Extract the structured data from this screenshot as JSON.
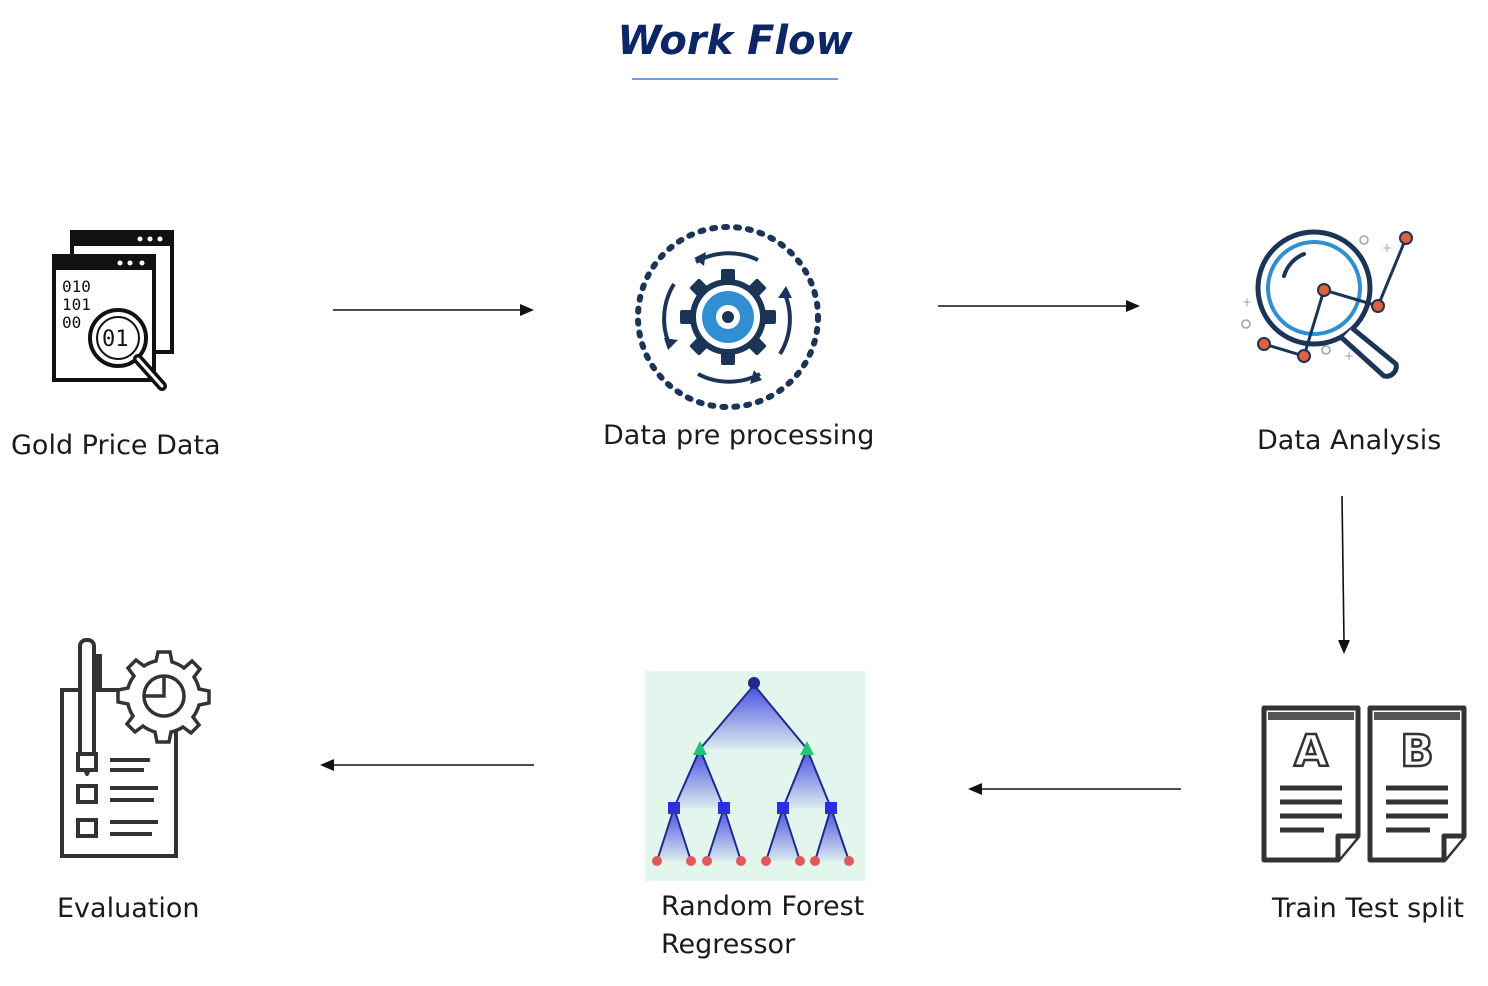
{
  "title": "Work Flow",
  "nodes": {
    "gold_price_data": {
      "label": "Gold Price Data",
      "icon": "data-file-magnifier-icon"
    },
    "data_pre_processing": {
      "label": "Data pre processing",
      "icon": "gear-cycle-icon"
    },
    "data_analysis": {
      "label": "Data Analysis",
      "icon": "analysis-magnifier-icon"
    },
    "train_test_split": {
      "label": "Train Test split",
      "icon": "ab-documents-icon"
    },
    "random_forest_regressor": {
      "label_line1": "Random Forest",
      "label_line2": "Regressor",
      "icon": "decision-tree-icon"
    },
    "evaluation": {
      "label": "Evaluation",
      "icon": "checklist-gear-icon"
    }
  },
  "icon_digits": {
    "row1": "010",
    "row2": "101",
    "row3": "00",
    "lens": "01"
  },
  "icon_letters": {
    "a": "A",
    "b": "B"
  },
  "edges": [
    {
      "from": "gold_price_data",
      "to": "data_pre_processing"
    },
    {
      "from": "data_pre_processing",
      "to": "data_analysis"
    },
    {
      "from": "data_analysis",
      "to": "train_test_split"
    },
    {
      "from": "train_test_split",
      "to": "random_forest_regressor"
    },
    {
      "from": "random_forest_regressor",
      "to": "evaluation"
    }
  ],
  "colors": {
    "title": "#0d2766",
    "underline": "#6d9fd8",
    "dark_blue": "#1c3557",
    "accent_blue": "#2f8fd0",
    "accent_orange": "#e3603c",
    "tree_bg": "#e3f6ee",
    "tree_blue": "#2b2fe0",
    "tree_green": "#22c47a",
    "tree_red": "#e05a5a"
  }
}
